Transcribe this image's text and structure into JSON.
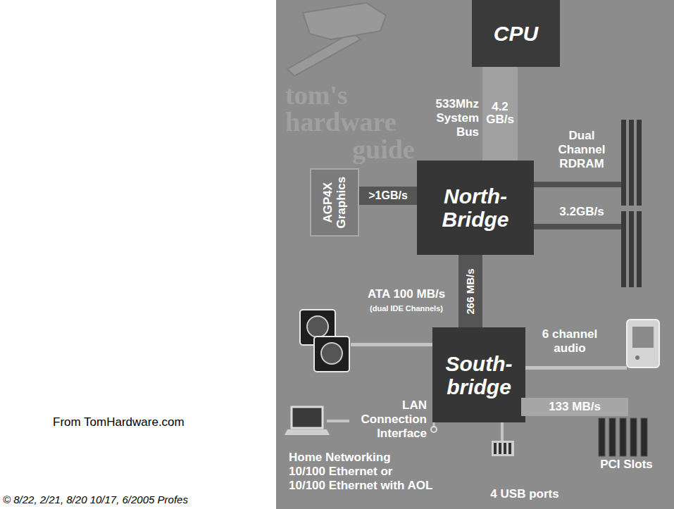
{
  "diagram": {
    "nodes": [
      {
        "text": [
          "CPU"
        ]
      },
      {
        "text": [
          "AGP4X Graphics"
        ]
      },
      {
        "text": [
          "North-Bridge"
        ]
      },
      {
        "text": [
          "South-bridge"
        ]
      }
    ],
    "edges": [
      {
        "from": 0,
        "to": 2,
        "label": "4.2 GB/s",
        "arrow": "none"
      },
      {
        "from": 1,
        "to": 2,
        "label": ">1GB/s",
        "arrow": "none"
      },
      {
        "from": 2,
        "to": 3,
        "label": "266 MB/s",
        "arrow": "none"
      }
    ],
    "labels": [
      "tom's",
      "hardware",
      "guide",
      "533Mhz System Bus",
      "Dual Channel RDRAM",
      "3.2GB/s",
      "ATA 100 MB/s",
      "(dual IDE Channels)",
      "6 channel audio",
      "133 MB/s",
      "LAN Connection Interface",
      "From TomHardware.com",
      "Home Networking",
      "10/100 Ethernet or",
      "10/100 Ethernet with AOL",
      "PCI Slots",
      "4 USB ports",
      "© 8/22, 2/21, 8/20 10/17, 6/2005  Profes"
    ]
  }
}
